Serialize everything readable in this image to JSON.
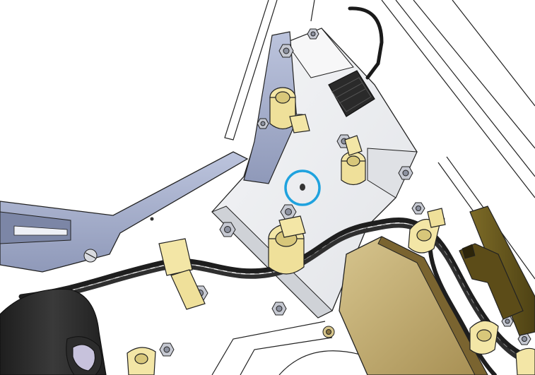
{
  "figure": {
    "kind": "technical-cad-assembly-illustration",
    "callout": {
      "shape": "circle",
      "color": "#1fa2de",
      "target": "hole"
    },
    "colors": {
      "background": "#ffffff",
      "plate": "#eceef1",
      "plate_shadow": "#c9ccd1",
      "bracket_arm": "#a9b3cf",
      "bracket_arm_dark": "#7c86a6",
      "clamp": "#f3e6a6",
      "clamp_shade": "#d8c77a",
      "cable": "#2b2b2b",
      "cable_highlight": "#8a8a8a",
      "nut": "#c6c9d2",
      "nut_dark": "#8d92a0",
      "circuit_board": "#c8b478",
      "circuit_board_dark": "#8a7440",
      "wood_rail": "#6a5a1f",
      "wood_rail_dark": "#3f3510",
      "motor_housing": "#2a2a2a",
      "lens": "#c7c2dc",
      "outline": "#222222"
    },
    "parts": [
      "mounting-plate",
      "bracket-arm",
      "cable-clamp",
      "twisted-cable",
      "connector",
      "hex-nut",
      "circuit-board",
      "motor-housing",
      "guide-rail"
    ]
  }
}
